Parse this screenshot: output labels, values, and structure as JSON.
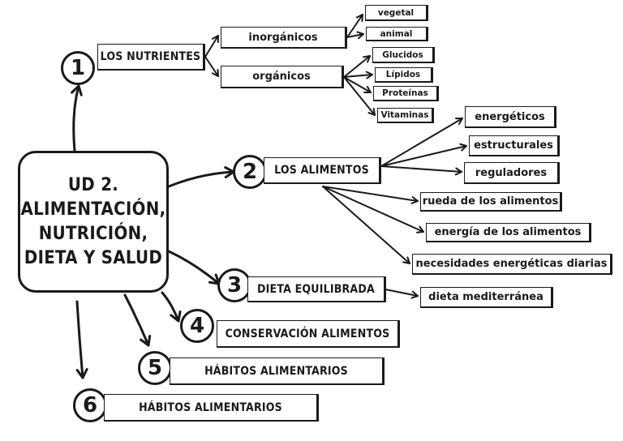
{
  "central_topic": {
    "lines": [
      "UD 2.",
      "ALIMENTACIÓN,",
      "NUTRICIÓN,",
      "DIETA Y SALUD"
    ]
  },
  "section_1": {
    "number": "1",
    "title": "LOS NUTRIENTES",
    "groups": [
      {
        "label": "inorgánicos",
        "items": [
          "vegetal",
          "animal"
        ]
      },
      {
        "label": "orgánicos",
        "items": [
          "Glucidos",
          "Lípidos",
          "Proteínas",
          "Vitaminas"
        ]
      }
    ]
  },
  "section_2": {
    "number": "2",
    "title": "LOS ALIMENTOS",
    "types": [
      "energéticos",
      "estructurales",
      "reguladores"
    ],
    "topics": [
      "rueda de los alimentos",
      "energía de los alimentos",
      "necesidades energéticas diarias"
    ]
  },
  "section_3": {
    "number": "3",
    "title": "DIETA EQUILIBRADA",
    "child": "dieta mediterránea"
  },
  "section_4": {
    "number": "4",
    "title": "CONSERVACIÓN ALIMENTOS"
  },
  "section_5": {
    "number": "5",
    "title": "HÁBITOS ALIMENTARIOS"
  },
  "section_6": {
    "number": "6",
    "title": "HÁBITOS ALIMENTARIOS"
  }
}
